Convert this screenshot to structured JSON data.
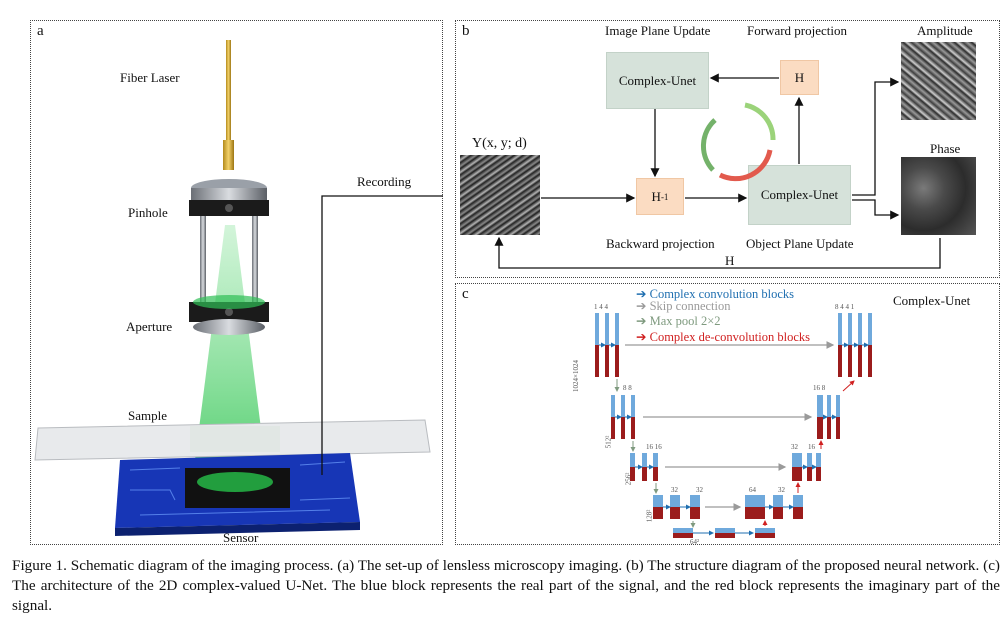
{
  "panel_a": {
    "label": "a",
    "fiber_laser": "Fiber Laser",
    "pinhole": "Pinhole",
    "aperture": "Aperture",
    "sample": "Sample",
    "sensor": "Sensor",
    "recording": "Recording"
  },
  "panel_b": {
    "label": "b",
    "image_plane_update": "Image Plane Update",
    "forward_projection": "Forward projection",
    "amplitude": "Amplitude",
    "phase": "Phase",
    "complex_unet_top": "Complex-Unet",
    "complex_unet_bottom": "Complex-Unet",
    "h_box": "H",
    "hinv_box": "H",
    "hinv_sup": "-1",
    "y_label": "Y(x, y; d)",
    "backward_projection": "Backward projection",
    "object_plane_update": "Object Plane Update",
    "h_feedback": "H"
  },
  "panel_c": {
    "label": "c",
    "title": "Complex-Unet",
    "legend": [
      {
        "text": "Complex convolution blocks",
        "color": "#1f6fb0"
      },
      {
        "text": "Skip connection",
        "color": "#9a9a9a"
      },
      {
        "text": "Max pool 2×2",
        "color": "#7f9a7f"
      },
      {
        "text": "Complex de-convolution blocks",
        "color": "#d02020"
      }
    ],
    "numbers": {
      "top_left": "1  4  4",
      "top_right": "8  4  4  1",
      "l2": "8  8",
      "r2": "16  8",
      "l3": "16 16",
      "r3a": "32",
      "r3b": "16",
      "l4": "32",
      "l4b": "32",
      "r4a": "64",
      "r4b": "32",
      "bottom_a": "64",
      "dim1": "1024×1024",
      "dim2": "512²",
      "dim3": "256²",
      "dim4": "128²",
      "dim5": "64²"
    }
  },
  "caption": "Figure 1. Schematic diagram of the imaging process. (a) The set-up of lensless microscopy imaging. (b) The structure diagram of the proposed neural network. (c) The architecture of the 2D complex-valued U-Net. The blue block represents the real part of the signal, and the red block represents the imaginary part of the signal."
}
